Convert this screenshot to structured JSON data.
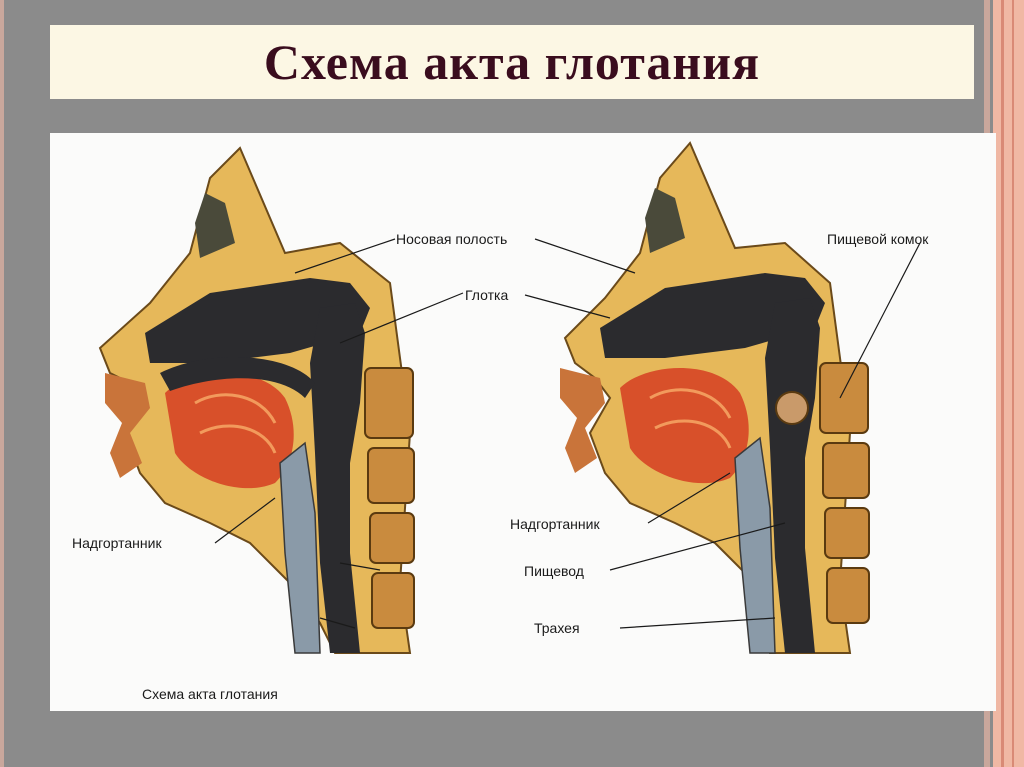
{
  "slide": {
    "title": "Схема акта глотания"
  },
  "figure": {
    "labels": {
      "nasal_cavity": "Носовая полость",
      "pharynx": "Глотка",
      "food_bolus": "Пищевой комок",
      "epiglottis_left": "Надгортанник",
      "epiglottis_right": "Надгортанник",
      "esophagus": "Пищевод",
      "trachea": "Трахея"
    },
    "caption": "Схема акта глотания"
  },
  "colors": {
    "title_text": "#3a0d1e",
    "title_bg": "#fcf7e4",
    "slide_bg": "#8b8b8b",
    "bone": "#e6b85a",
    "cavity": "#2b2b2e",
    "tongue": "#d8502a",
    "vertebra": "#c98b3e"
  }
}
